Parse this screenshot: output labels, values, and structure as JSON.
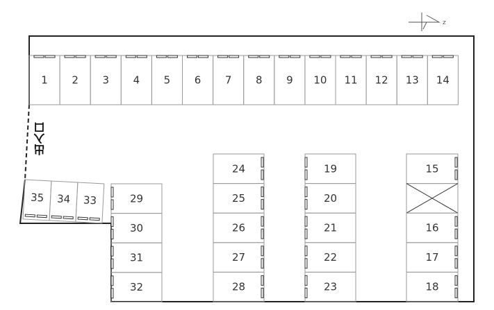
{
  "compass": {
    "label": "N"
  },
  "entrance": {
    "label": "出入口"
  },
  "top_row": [
    "1",
    "2",
    "3",
    "4",
    "5",
    "6",
    "7",
    "8",
    "9",
    "10",
    "11",
    "12",
    "13",
    "14"
  ],
  "angled_row": [
    "35",
    "34",
    "33"
  ],
  "column_a": [
    "29",
    "30",
    "31",
    "32"
  ],
  "column_b": [
    "24",
    "25",
    "26",
    "27",
    "28"
  ],
  "column_c": [
    "19",
    "20",
    "21",
    "22",
    "23"
  ],
  "column_d": {
    "top": "15",
    "blocked": "no-parking",
    "bottom": [
      "16",
      "17",
      "18"
    ]
  }
}
